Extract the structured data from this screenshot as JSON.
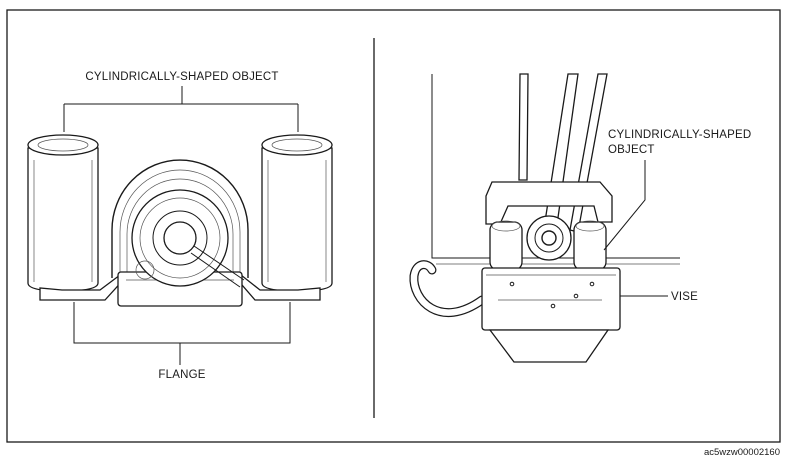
{
  "labels": {
    "left_top": "CYLINDRICALLY-SHAPED OBJECT",
    "left_bottom": "FLANGE",
    "right_object_line1": "CYLINDRICALLY-SHAPED",
    "right_object_line2": "OBJECT",
    "right_vise": "VISE"
  },
  "reference_code": "ac5wzw00002160"
}
